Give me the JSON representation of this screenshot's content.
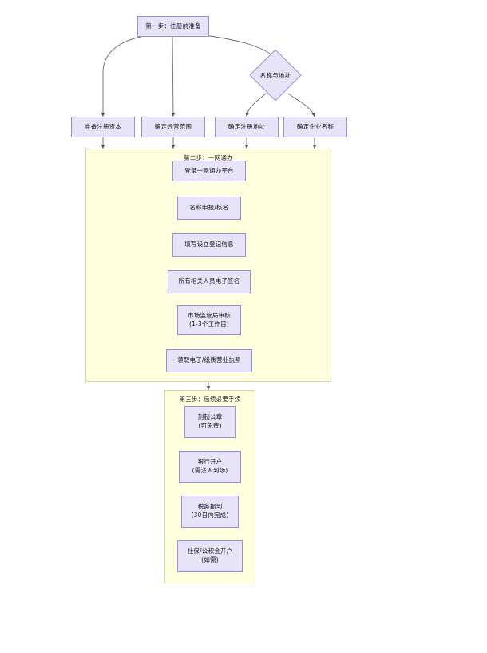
{
  "diagram": {
    "type": "flowchart",
    "title_node": {
      "label": "第一步：注册前准备"
    },
    "decision": {
      "label": "名称与地址"
    },
    "prep_steps": [
      {
        "label": "准备注册资本"
      },
      {
        "label": "确定经营范围"
      },
      {
        "label": "确定注册地址"
      },
      {
        "label": "确定企业名称"
      }
    ],
    "cluster_step2": {
      "title": "第二步：一网通办",
      "nodes": [
        {
          "line1": "登录一网通办平台",
          "line2": ""
        },
        {
          "line1": "名称申报/核名",
          "line2": ""
        },
        {
          "line1": "填写设立登记信息",
          "line2": ""
        },
        {
          "line1": "所有相关人员电子签名",
          "line2": ""
        },
        {
          "line1": "市场监管局审核",
          "line2": "(1-3个工作日)"
        },
        {
          "line1": "领取电子/纸质营业执照",
          "line2": ""
        }
      ]
    },
    "cluster_step3": {
      "title": "第三步：后续必要手续",
      "nodes": [
        {
          "line1": "刻制公章",
          "line2": "(可免费)"
        },
        {
          "line1": "银行开户",
          "line2": "(需法人到场)"
        },
        {
          "line1": "税务报到",
          "line2": "(30日内完成)"
        },
        {
          "line1": "社保/公积金开户",
          "line2": "(如需)"
        }
      ]
    },
    "colors": {
      "node_fill": "#e7e4fa",
      "node_border": "#9b8fd6",
      "cluster_fill": "#ffffe0",
      "cluster_border": "#d6d6a8",
      "edge": "#6b6b6b",
      "text": "#171717"
    }
  }
}
